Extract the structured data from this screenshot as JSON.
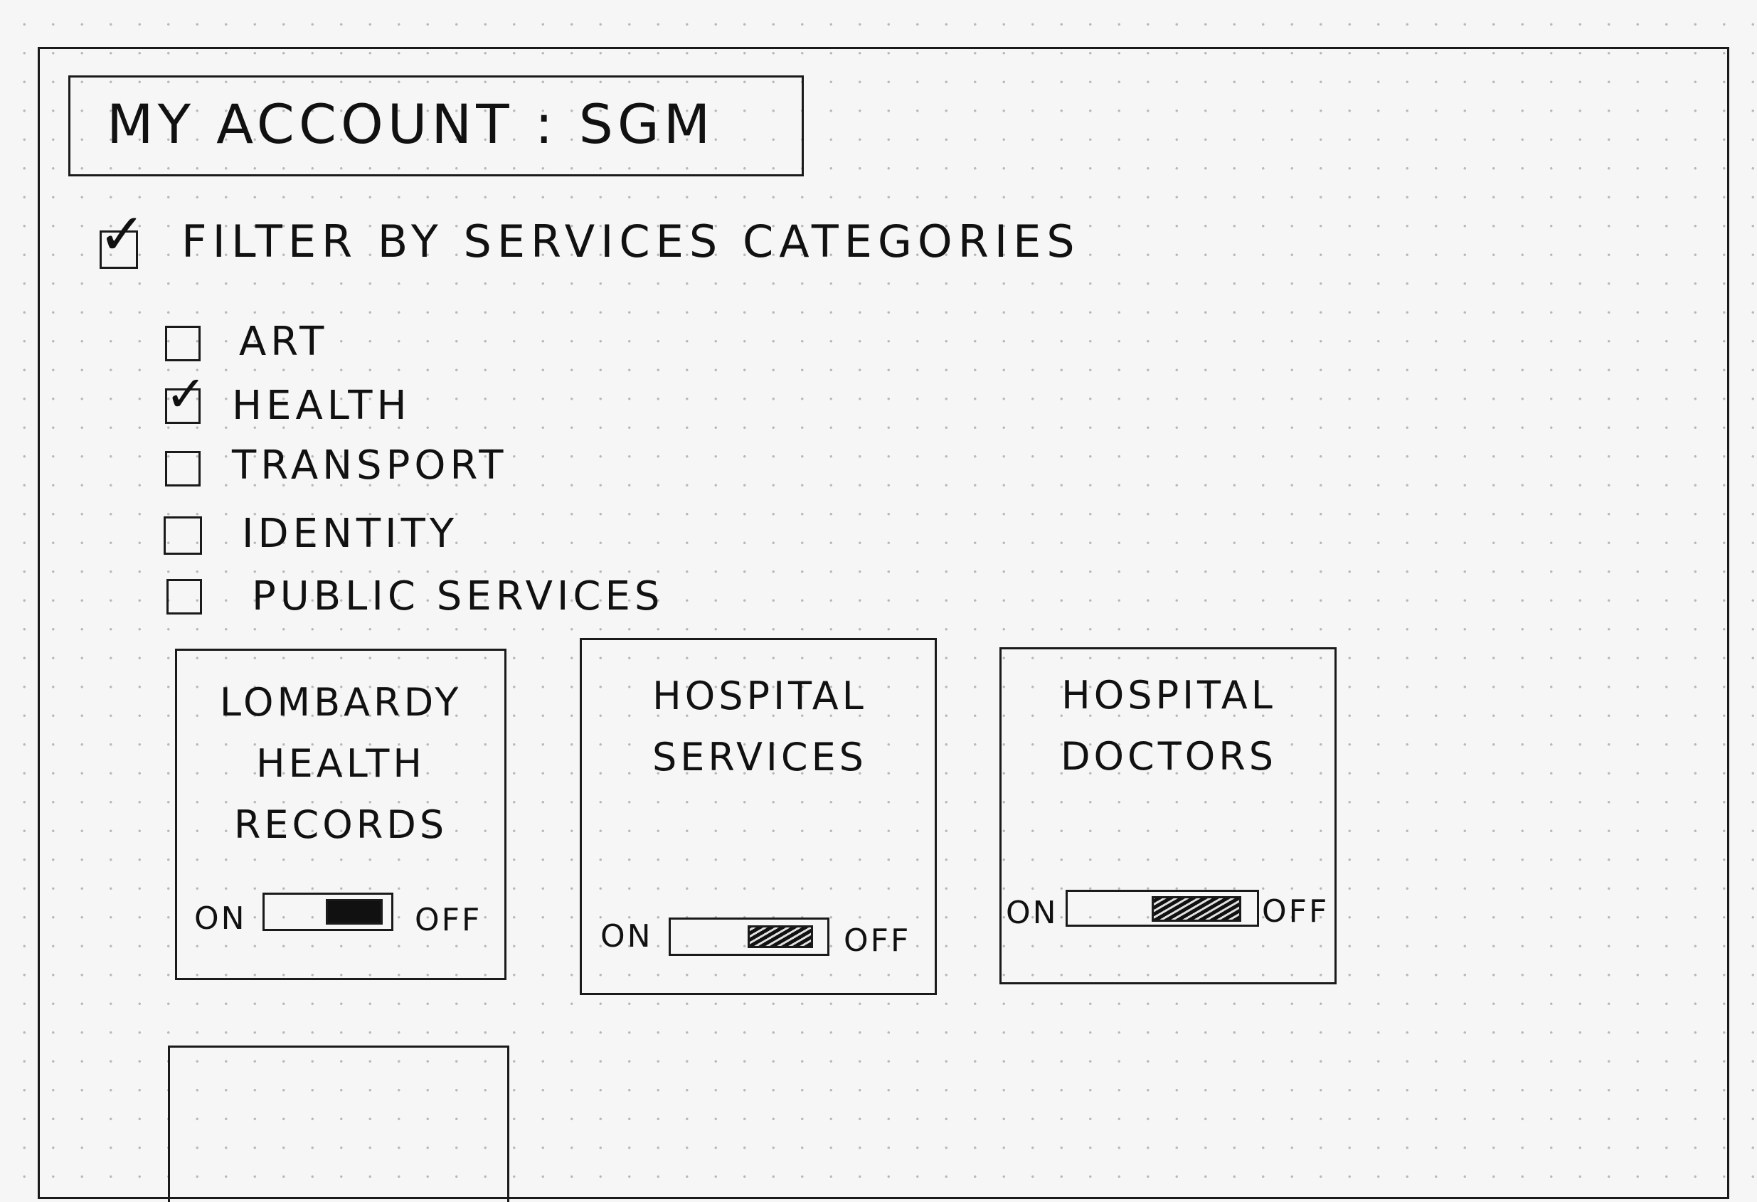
{
  "account": {
    "label": "MY ACCOUNT : SGM"
  },
  "filter": {
    "label": "FILTER BY SERVICES CATEGORIES",
    "checked": true,
    "check_mark": "✓"
  },
  "categories": [
    {
      "label": "ART",
      "checked": false
    },
    {
      "label": "HEALTH",
      "checked": true
    },
    {
      "label": "TRANSPORT",
      "checked": false
    },
    {
      "label": "IDENTITY",
      "checked": false
    },
    {
      "label": "PUBLIC SERVICES",
      "checked": false
    }
  ],
  "services": [
    {
      "title": "LOMBARDY HEALTH RECORDS",
      "on_label": "ON",
      "off_label": "OFF",
      "state": "off"
    },
    {
      "title": "HOSPITAL SERVICES",
      "on_label": "ON",
      "off_label": "OFF",
      "state": "off"
    },
    {
      "title": "HOSPITAL DOCTORS",
      "on_label": "ON",
      "off_label": "OFF",
      "state": "off"
    },
    {
      "title": "",
      "on_label": "",
      "off_label": "",
      "state": ""
    }
  ]
}
